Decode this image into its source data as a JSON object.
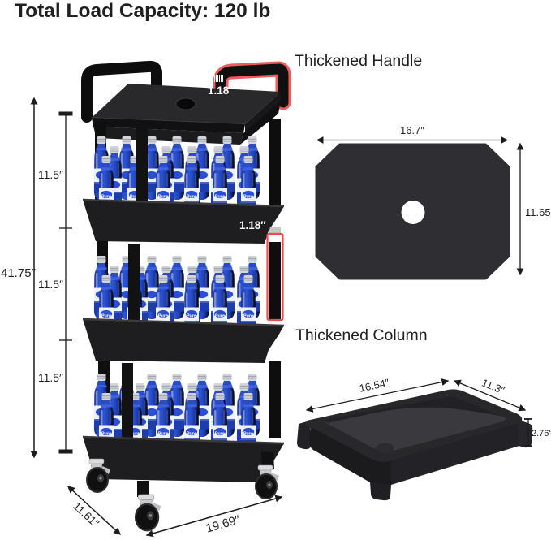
{
  "title": "Total Load Capacity: 120 lb",
  "callouts": {
    "handle": "Thickened Handle",
    "column": "Thickened Column"
  },
  "dimensions": {
    "total_height": "41.75″",
    "tier_gaps": [
      "11.5″",
      "11.5″",
      "11.5″"
    ],
    "handle_thickness": "1.18″",
    "column_thickness": "1.18″",
    "base_depth": "11.61″",
    "base_width": "19.69″"
  },
  "shelf_top_view": {
    "width": "16.7″",
    "depth": "11.65″"
  },
  "tray_view": {
    "length": "16.54″",
    "width": "11.3″",
    "height": "2.76″"
  },
  "bottles": {
    "brand": "Pure"
  },
  "colors": {
    "cart_black": "#1e1e20",
    "highlight_red": "#ee4b4e",
    "bottle_blue": "#2247bf",
    "ink": "#1f1f1f"
  }
}
